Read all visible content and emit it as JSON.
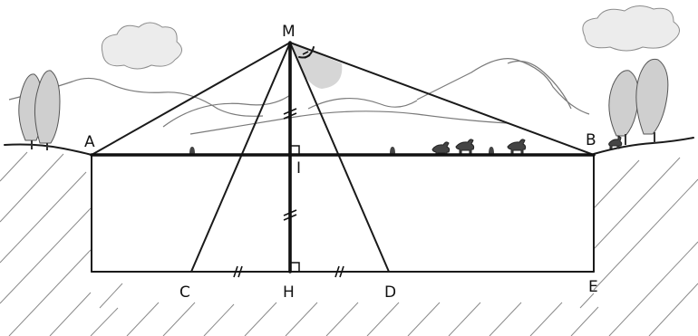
{
  "labels": {
    "M": "M",
    "A": "A",
    "B": "B",
    "I": "I",
    "C": "C",
    "H": "H",
    "D": "D",
    "E": "E"
  }
}
